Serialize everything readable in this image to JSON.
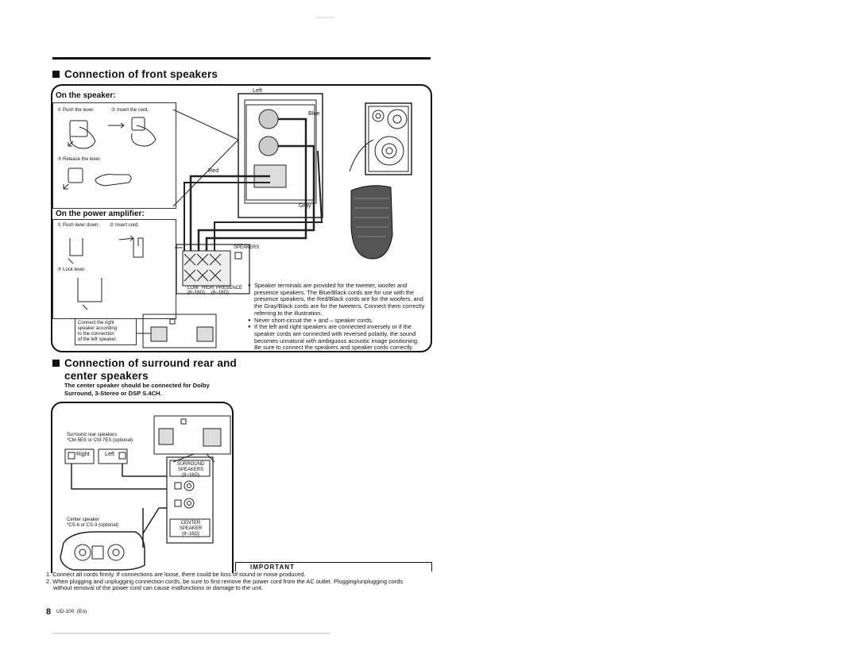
{
  "section1": {
    "title": "Connection of front speakers",
    "speaker_sub": "On the speaker:",
    "speaker_steps": [
      "① Push the lever.",
      "② Insert the cord.",
      "③ Release the lever."
    ],
    "amp_sub": "On the power amplifier:",
    "amp_steps": [
      "① Push lever down.",
      "② Insert cord.",
      "③ Lock lever."
    ],
    "connect_note": [
      "Connect the right",
      "speaker according",
      "to the connection",
      "of the left speaker."
    ],
    "label_left": "Left",
    "label_blue": "Blue",
    "label_red": "Red",
    "label_gray": "Gray",
    "label_speakers": "SPEAKERS",
    "label_terminals": [
      "LOW",
      "HIGH",
      "PRESENCE"
    ],
    "label_ohms": [
      "(6~16Ω)",
      "(6~16Ω)"
    ],
    "bullets": [
      "Speaker terminals are provided for the tweeter, woofer and presence speakers. The Blue/Black cords are for use with the presence speakers, the Red/Black cords are for the woofers, and the Gray/Black cords are for the tweeters. Connect them correctly referring to the illustration.",
      "Never short-circuit the + and – speaker cords.",
      "If the left and right speakers are connected inversely or if the speaker cords are connected with reversed polarity, the sound becomes unnatural with ambiguous acoustic image positioning. Be sure to connect the speakers and speaker cords correctly."
    ]
  },
  "section2": {
    "title_line1": "Connection of surround rear and",
    "title_line2": "center speakers",
    "subtitle_line1": "The center speaker should be connected for Dolby",
    "subtitle_line2": "Surround, 3-Stereo or DSP S.4CH.",
    "surround_label": [
      "Surround rear speakers",
      "*CM-5ES or CM-7ES (optional)"
    ],
    "right_label": "Right",
    "left_label": "Left",
    "center_label": [
      "Center speaker",
      "*CS-6 or CS-3 (optional)"
    ],
    "surround_terminal": [
      "SURROUND",
      "SPEAKERS",
      "(8~16Ω)"
    ],
    "center_terminal": [
      "CENTER",
      "SPEAKER",
      "(8~16Ω)"
    ]
  },
  "important": {
    "title": "IMPORTANT",
    "items": [
      "1. Connect all cords firmly. If connections are loose, there could be loss of sound or noise produced.",
      "2. When plugging and unplugging connection cords, be sure to first remove the power cord from the AC outlet. Plugging/unplugging cords",
      "without removal of the power cord can cause malfunctions or damage to the unit."
    ]
  },
  "footer": {
    "page_number": "8",
    "model": "UD-100",
    "lang": "(En)"
  }
}
